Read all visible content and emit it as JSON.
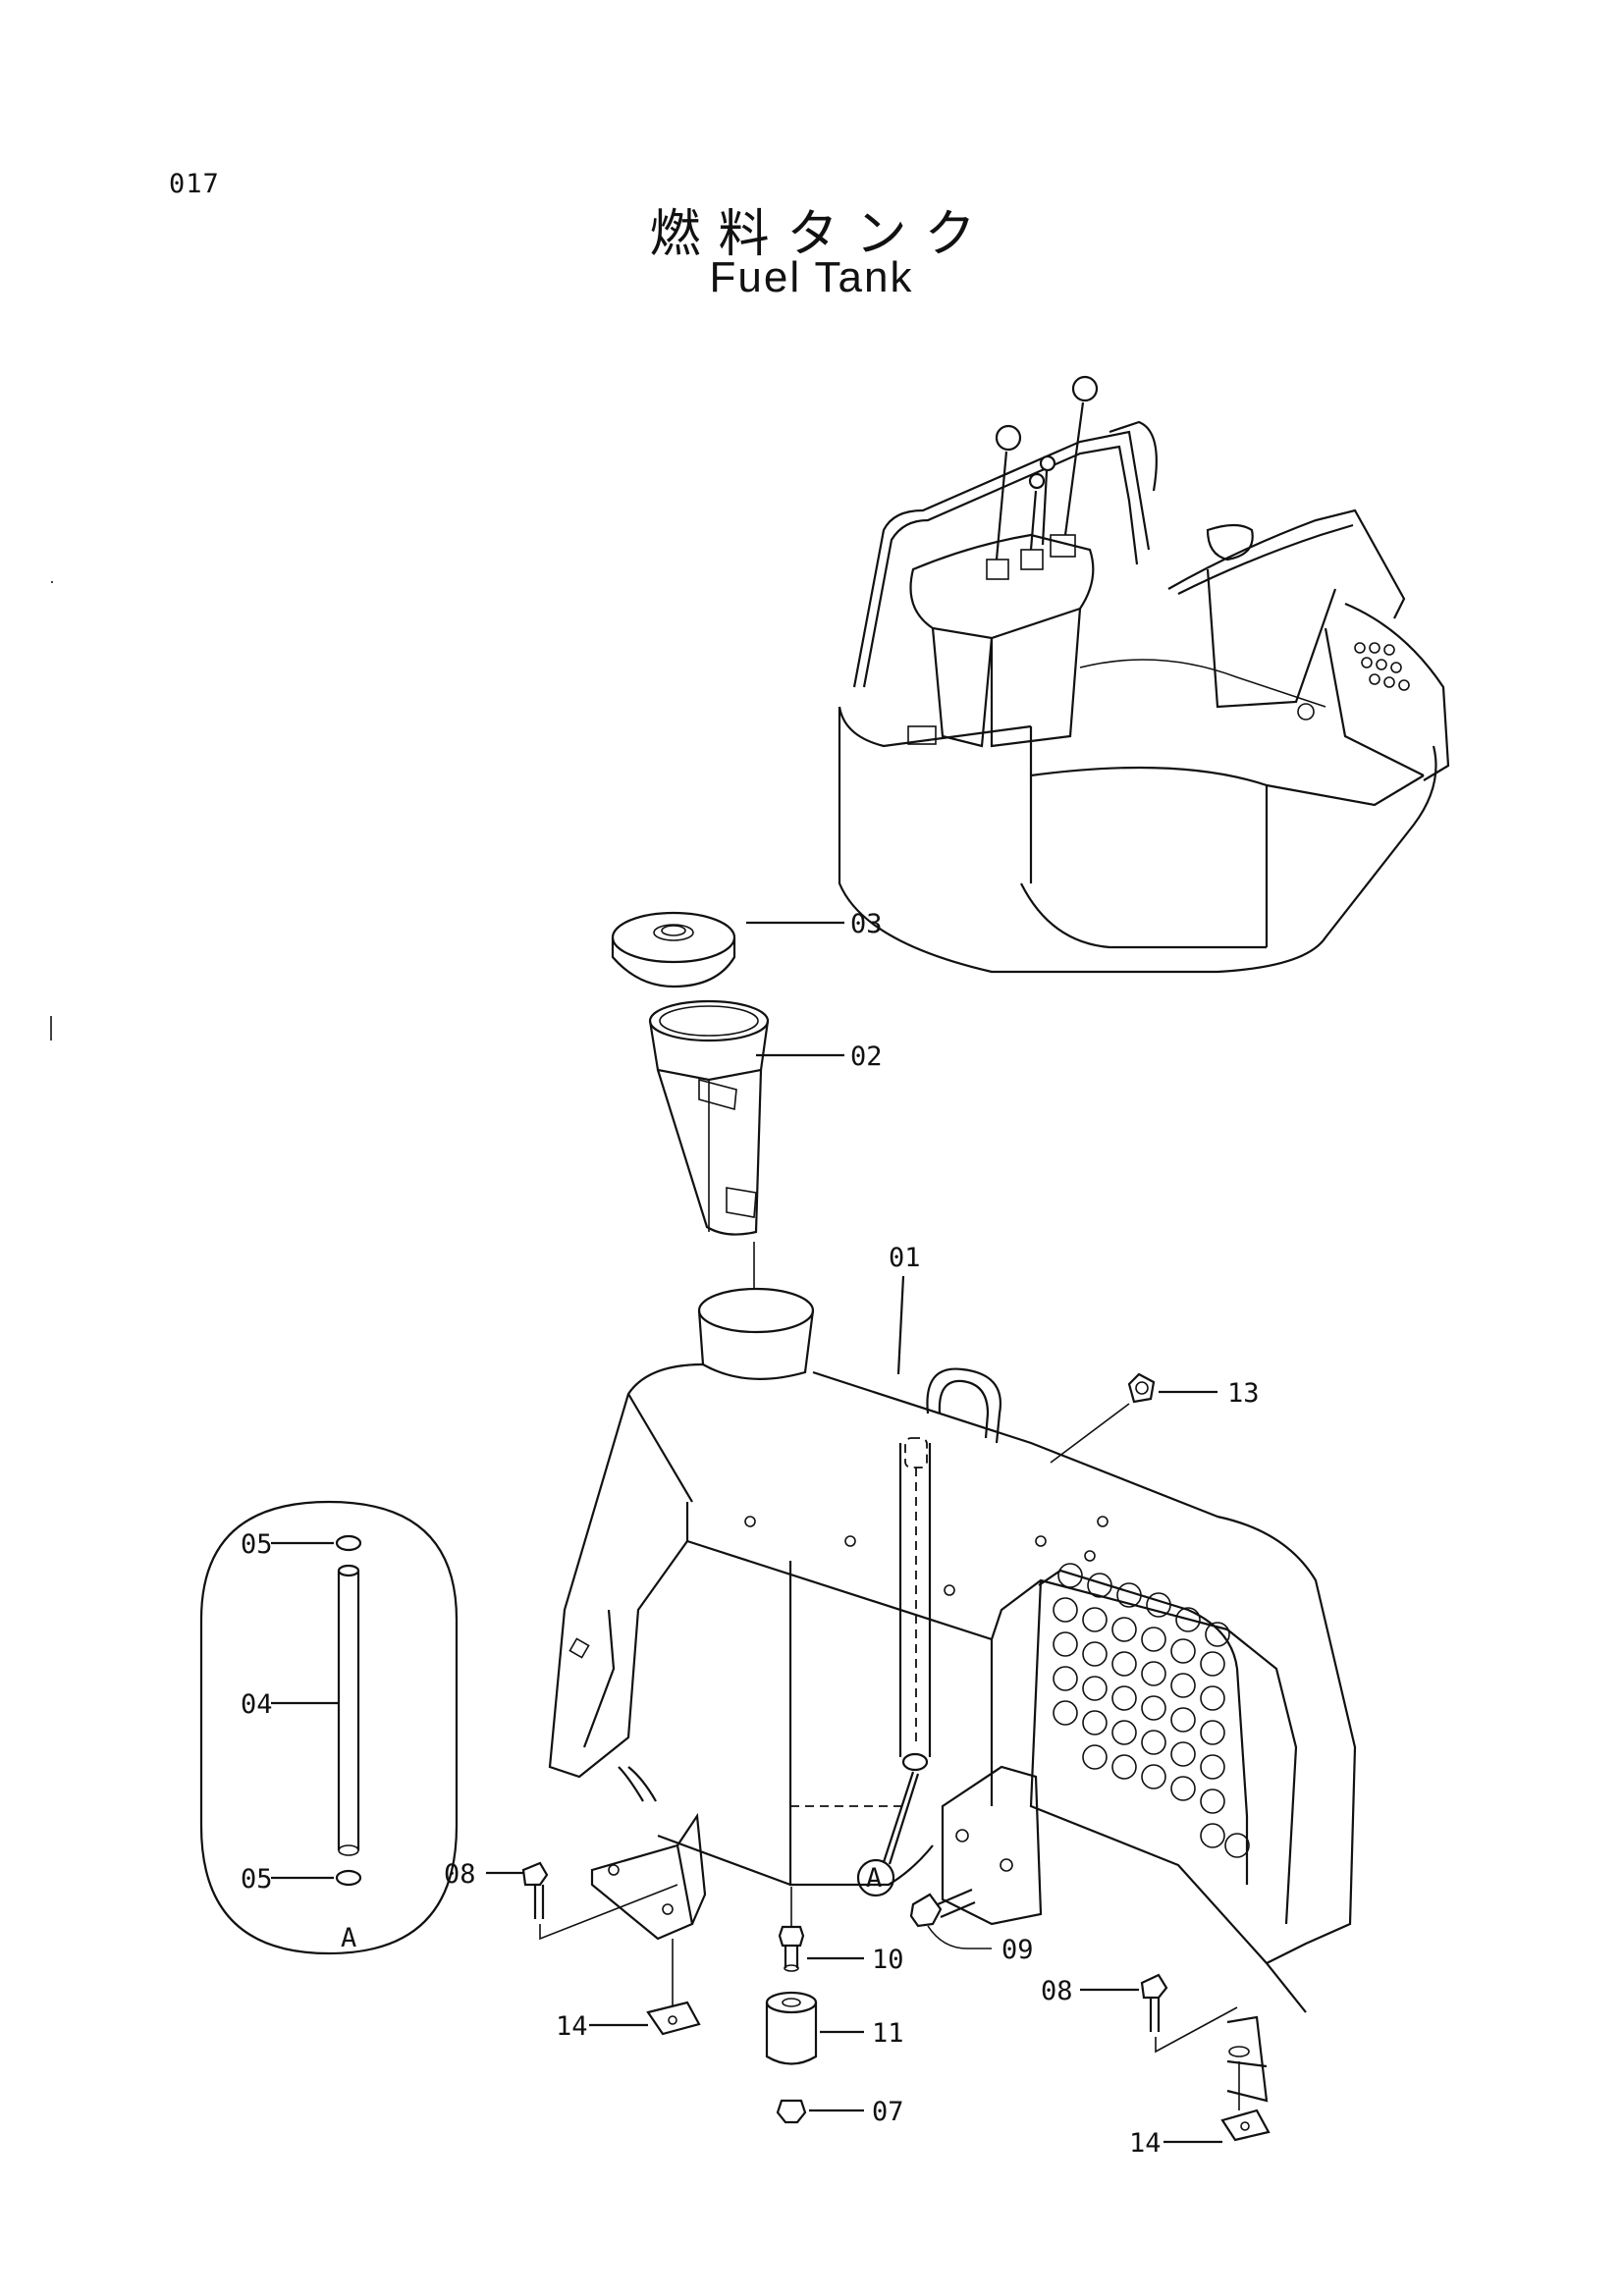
{
  "page_number": "017",
  "title": {
    "japanese": "燃料タンク",
    "english": "Fuel Tank"
  },
  "detail": {
    "circle_label": "A",
    "detail_label": "A"
  },
  "parts": {
    "p01": "01",
    "p02": "02",
    "p03": "03",
    "p04": "04",
    "p05a": "05",
    "p05b": "05",
    "p07": "07",
    "p08a": "08",
    "p08b": "08",
    "p09": "09",
    "p10": "10",
    "p11": "11",
    "p13": "13",
    "p14a": "14",
    "p14b": "14"
  }
}
